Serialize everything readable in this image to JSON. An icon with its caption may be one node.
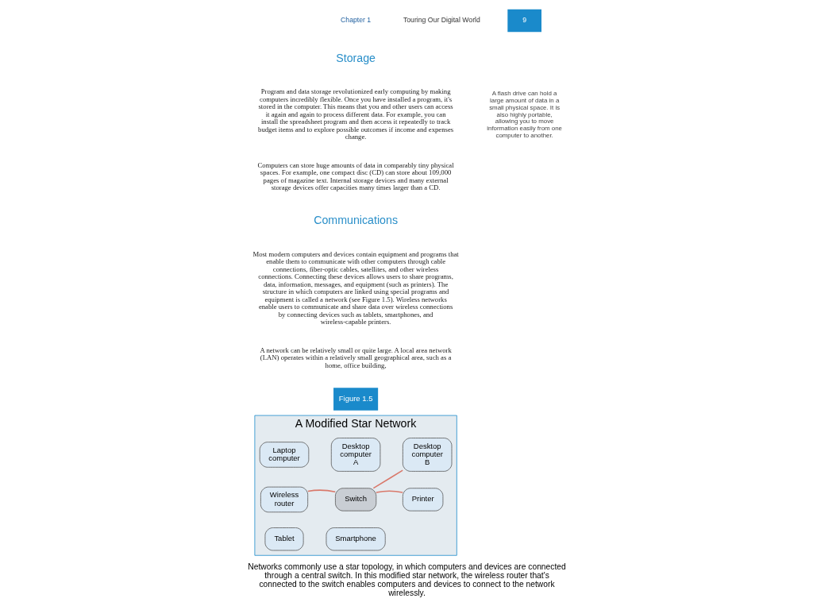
{
  "diagram": {
    "caption": "Networks commonly use a star topology, in which computers and devices are connected through a central switch. In this modified star network, the wireless router that's connected to the switch enables computers and devices to connect to the network wirelessly.",
    "nodes": [
      {
        "text": [
          "A Modified Star Network"
        ]
      },
      {
        "text": [
          "Laptop computer"
        ],
        "in": 0
      },
      {
        "text": [
          "Desktop computer A"
        ],
        "in": 0
      },
      {
        "text": [
          "Desktop computer B"
        ],
        "in": 0
      },
      {
        "text": [
          "Wireless router"
        ],
        "in": 0
      },
      {
        "text": [
          "Switch"
        ],
        "in": 0
      },
      {
        "text": [
          "Printer"
        ],
        "in": 0
      },
      {
        "text": [
          "Tablet"
        ],
        "in": 0
      },
      {
        "text": [
          "Smartphone"
        ],
        "in": 0
      }
    ],
    "edges": [
      {
        "from": 4,
        "to": 5,
        "arrow": "none"
      },
      {
        "from": 5,
        "to": 3,
        "arrow": "none"
      },
      {
        "from": 5,
        "to": 6,
        "arrow": "none"
      }
    ],
    "labels": [
      "Chapter 1",
      "Touring Our Digital World",
      "9",
      "Storage",
      "Program and data storage revolutionized early computing by making computers incredibly flexible. Once you have installed a program, it's stored in the computer. This means that you and other users can access it again and again to process different data. For example, you can install the spreadsheet program and then access it repeatedly to track budget items and to explore possible outcomes if income and expenses change.",
      "A flash drive can hold a large amount of data in a small physical space. It is also highly portable, allowing you to move information easily from one computer to another.",
      "Computers can store huge amounts of data in comparably tiny physical spaces. For example, one compact disc (CD) can store about 109,000 pages of magazine text. Internal storage devices and many external storage devices offer capacities many times larger than a CD.",
      "Communications",
      "Most modern computers and devices contain equipment and programs that enable them to communicate with other computers through cable connections, fiber-optic cables, satellites, and other wireless connections. Connecting these devices allows users to share programs, data, information, messages, and equipment (such as printers). The structure in which computers are linked using special programs and equipment is called a network (see Figure 1.5). Wireless networks enable users to communicate and share data over wireless connections by connecting devices such as tablets, smartphones, and wireless-capable printers.",
      "A network can be relatively small or quite large. A local area network (LAN) operates within a relatively small geographical area, such as a home, office building,",
      "Figure 1.5"
    ]
  }
}
